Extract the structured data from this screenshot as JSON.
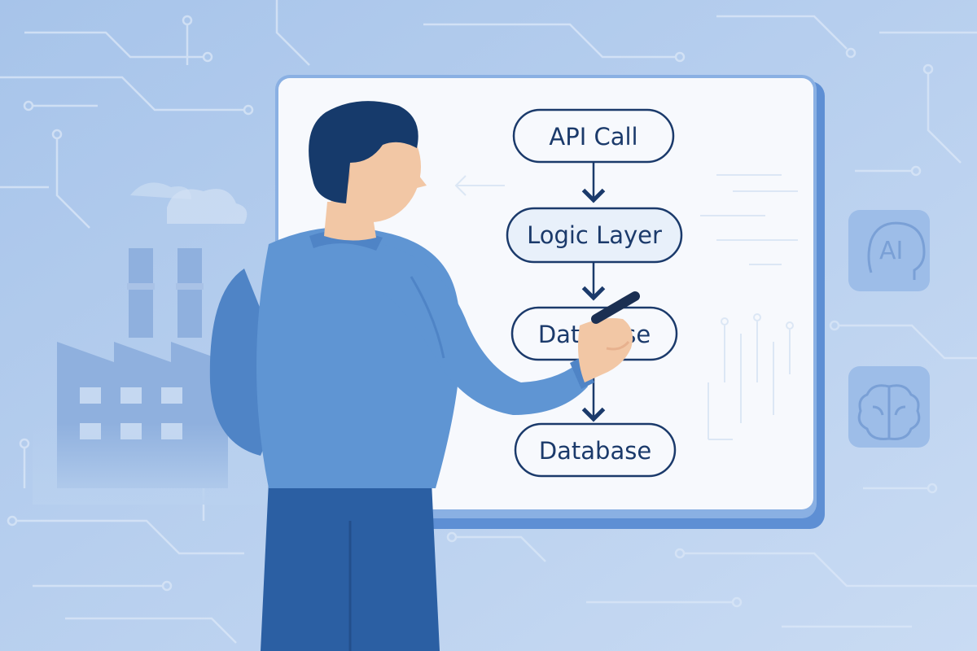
{
  "flowchart": {
    "nodes": [
      {
        "label": "API Call"
      },
      {
        "label": "Logic Layer"
      },
      {
        "label": "Database"
      },
      {
        "label": "Database"
      }
    ]
  },
  "side_icons": {
    "ai_label": "AI",
    "items": [
      "ai-head-icon",
      "brain-icon"
    ]
  },
  "colors": {
    "background": "#b9d1ef",
    "board": "#f7f9fd",
    "board_frame": "#5e8fd4",
    "node_stroke": "#1b3a6b",
    "shirt": "#5f95d3",
    "trousers": "#2b5fa3"
  }
}
